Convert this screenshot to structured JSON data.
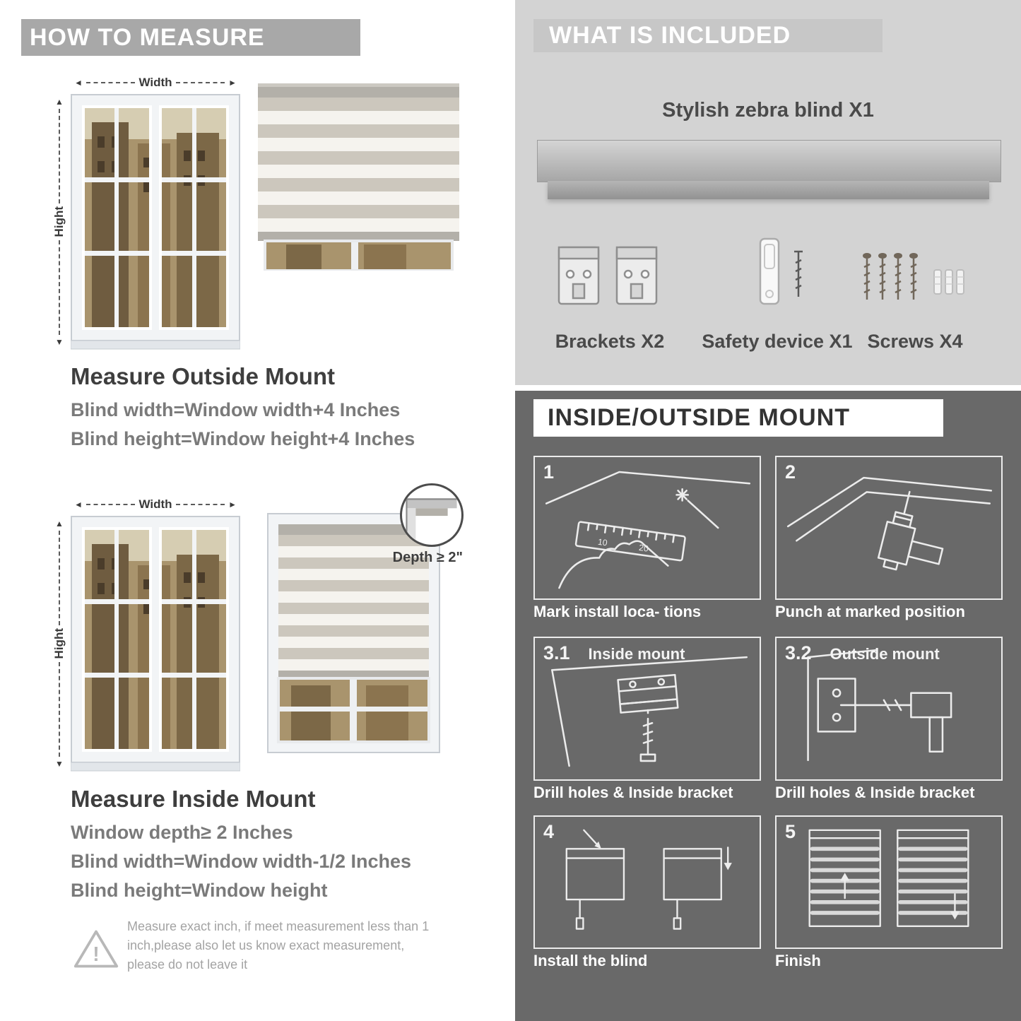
{
  "colors": {
    "left_header_bg": "#a8a8a8",
    "right_top_bg": "#d3d3d3",
    "dark_bg": "#696969"
  },
  "left": {
    "header": "HOW TO MEASURE",
    "outside": {
      "width_label": "Width",
      "height_label": "Hight",
      "title": "Measure Outside Mount",
      "lines": [
        "Blind width=Window width+4 Inches",
        "Blind height=Window height+4 Inches"
      ]
    },
    "inside": {
      "width_label": "Width",
      "height_label": "Hight",
      "depth_label": "Depth ≥ 2\"",
      "title": "Measure Inside Mount",
      "lines": [
        "Window depth≥ 2 Inches",
        "Blind width=Window width-1/2 Inches",
        "Blind height=Window height"
      ]
    },
    "note": "Measure exact inch, if meet measurement less than 1 inch,please also let us know exact measurement, please do not leave it"
  },
  "included": {
    "header": "WHAT IS INCLUDED",
    "blind_label": "Stylish zebra blind X1",
    "items": [
      {
        "label": "Brackets X2"
      },
      {
        "label": "Safety device X1"
      },
      {
        "label": "Screws X4"
      }
    ]
  },
  "mount": {
    "header": "INSIDE/OUTSIDE MOUNT",
    "steps": [
      {
        "num": "1",
        "title": "",
        "caption": "Mark install loca- tions"
      },
      {
        "num": "2",
        "title": "",
        "caption": "Punch at  marked position"
      },
      {
        "num": "3.1",
        "title": "Inside mount",
        "caption": "Drill holes &  Inside bracket"
      },
      {
        "num": "3.2",
        "title": "Outside mount",
        "caption": "Drill holes &  Inside bracket"
      },
      {
        "num": "4",
        "title": "",
        "caption": "Install the blind"
      },
      {
        "num": "5",
        "title": "",
        "caption": "Finish"
      }
    ]
  }
}
